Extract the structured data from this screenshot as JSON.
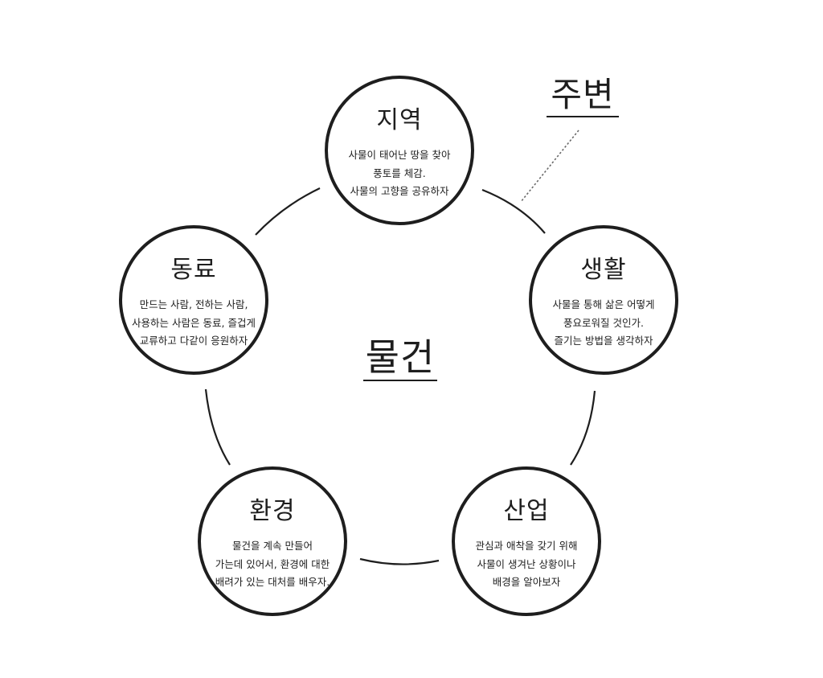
{
  "center": {
    "label": "물건"
  },
  "corner": {
    "label": "주변"
  },
  "nodes": {
    "jiyeok": {
      "title": "지역",
      "lines": [
        "사물이 태어난 땅을 찾아",
        "풍토를 체감.",
        "사물의 고향을 공유하자"
      ]
    },
    "saenghwal": {
      "title": "생활",
      "lines": [
        "사물을 통해 삶은 어떻게",
        "풍요로워질 것인가.",
        "즐기는 방법을 생각하자"
      ]
    },
    "saneop": {
      "title": "산업",
      "lines": [
        "관심과 애착을 갖기 위해",
        "사물이 생겨난 상황이나",
        "배경을 알아보자"
      ]
    },
    "hwangyeong": {
      "title": "환경",
      "lines": [
        "물건을 계속 만들어",
        "가는데 있어서, 환경에 대한",
        "배려가 있는 대처를 배우자."
      ]
    },
    "dongryo": {
      "title": "동료",
      "lines": [
        "만드는 사람, 전하는 사람,",
        "사용하는 사람은 동료, 즐겁게",
        "교류하고 다같이 응원하자"
      ]
    }
  }
}
